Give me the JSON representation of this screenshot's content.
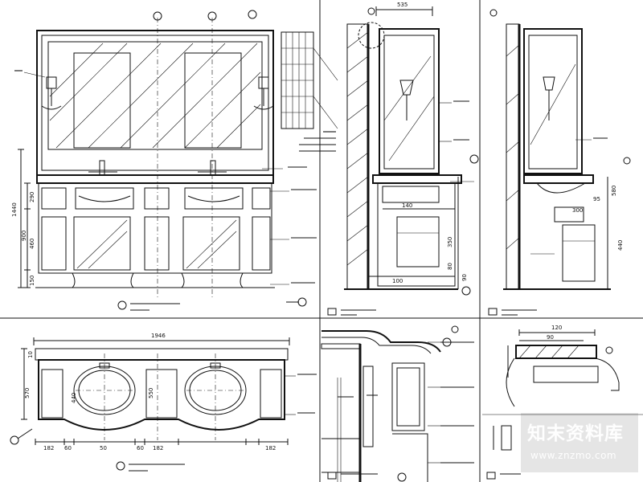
{
  "dimensions": {
    "top_width": "535",
    "plan_total": "1946",
    "elev_total_height": "1440",
    "elev_cabinet_height": "900",
    "elev_drawer": "290",
    "elev_door": "460",
    "elev_plinth": "150",
    "sec_drawer_w": "140",
    "sec_base": "100",
    "sec_door_h": "350",
    "sec_small": "80",
    "sec_side": "90",
    "plan_seg_left": "182",
    "plan_seg_mid1": "60",
    "plan_seg_mid2": "50",
    "plan_seg_mid3": "60",
    "plan_seg_center": "182",
    "plan_seg_right": "182",
    "plan_depth": "570",
    "plan_top": "10",
    "plan_depth_inner": "550",
    "plan_bowl": "440",
    "br_top1": "120",
    "br_top2": "90",
    "rs_a": "580",
    "rs_b": "300",
    "rs_c": "95",
    "rs_d": "440"
  },
  "watermark": {
    "cn": "知末资料库",
    "url": "www.znzmo.com"
  },
  "colors": {
    "line": "#111111",
    "watermark": "#ffffff"
  }
}
